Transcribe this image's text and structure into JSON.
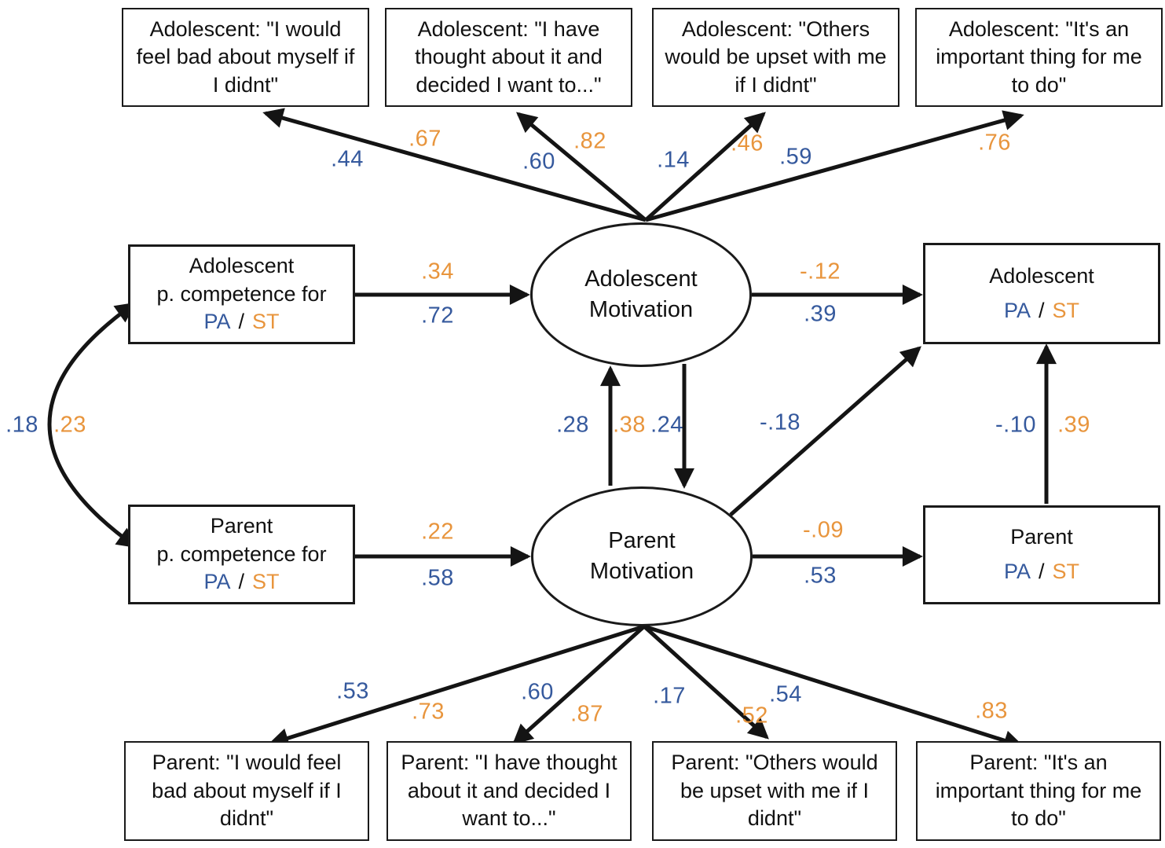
{
  "figure_title": "Structural equation model: adolescent and parent motivation for PA / ST",
  "colors": {
    "pa_blue": "#35599D",
    "st_orange": "#E8953D",
    "line_black": "#141414"
  },
  "nodes": {
    "adol_ind1": {
      "text": "Adolescent: \"I would feel bad about myself if I didnt\""
    },
    "adol_ind2": {
      "text": "Adolescent: \"I have thought about it and decided I want to...\""
    },
    "adol_ind3": {
      "text": "Adolescent: \"Others would be upset with me if I didnt\""
    },
    "adol_ind4": {
      "text": "Adolescent: \"It's an important thing for me to do\""
    },
    "adol_comp": {
      "line1": "Adolescent",
      "line2": "p. competence for",
      "pa": "PA",
      "sep": "/",
      "st": "ST"
    },
    "parent_comp": {
      "line1": "Parent",
      "line2": "p. competence for",
      "pa": "PA",
      "sep": "/",
      "st": "ST"
    },
    "adol_motivation": {
      "line1": "Adolescent",
      "line2": "Motivation"
    },
    "parent_motivation": {
      "line1": "Parent",
      "line2": "Motivation"
    },
    "adol_outcome": {
      "line1": "Adolescent",
      "pa": "PA",
      "sep": "/",
      "st": "ST"
    },
    "parent_outcome": {
      "line1": "Parent",
      "pa": "PA",
      "sep": "/",
      "st": "ST"
    },
    "parent_ind1": {
      "text": "Parent: \"I would feel bad about myself if I didnt\""
    },
    "parent_ind2": {
      "text": "Parent: \"I have thought about it and decided I want to...\""
    },
    "parent_ind3": {
      "text": "Parent: \"Others would be upset with me if I didnt\""
    },
    "parent_ind4": {
      "text": "Parent: \"It's an important thing for me to do\""
    }
  },
  "labels": {
    "adol_comp_to_mot": {
      "st": ".34",
      "pa": ".72"
    },
    "parent_comp_to_mot": {
      "st": ".22",
      "pa": ".58"
    },
    "adol_mot_to_out": {
      "st": "-.12",
      "pa": ".39"
    },
    "parent_mot_to_out": {
      "st": "-.09",
      "pa": ".53"
    },
    "mot_up": {
      "pa": ".28",
      "st": ".38"
    },
    "mot_down": {
      "pa": ".24"
    },
    "parent_mot_to_adol_out": {
      "pa": "-.18"
    },
    "parent_out_to_adol_out": {
      "pa": "-.10",
      "st": ".39"
    },
    "covariance": {
      "pa": ".18",
      "st": ".23"
    },
    "adol_ind1": {
      "pa": ".44",
      "st": ".67"
    },
    "adol_ind2": {
      "pa": ".60",
      "st": ".82"
    },
    "adol_ind3": {
      "pa": ".14",
      "st": ".46"
    },
    "adol_ind4": {
      "pa": ".59",
      "st": ".76"
    },
    "parent_ind1": {
      "pa": ".53",
      "st": ".73"
    },
    "parent_ind2": {
      "pa": ".60",
      "st": ".87"
    },
    "parent_ind3": {
      "pa": ".17",
      "st": ".52"
    },
    "parent_ind4": {
      "pa": ".54",
      "st": ".83"
    }
  }
}
